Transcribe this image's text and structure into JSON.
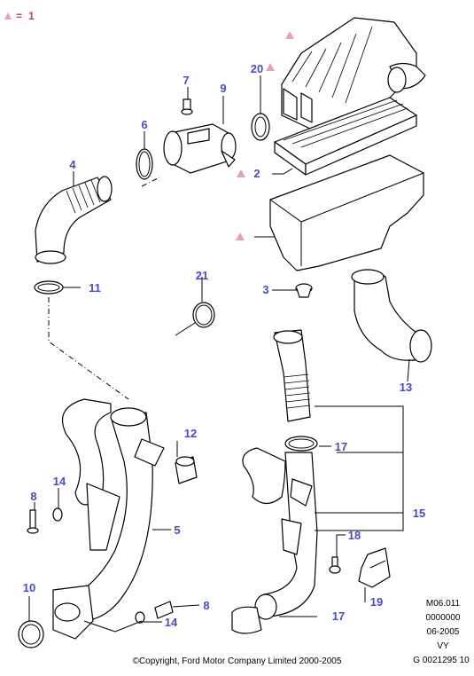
{
  "legend": {
    "equals": "=",
    "symbol": "⁠1"
  },
  "colors": {
    "callout": "#4a4ac8",
    "warning_triangle": "#e8a3ad",
    "legend_text": "#d23c4b"
  },
  "callouts": {
    "c1": "1",
    "c2": "2",
    "c3": "3",
    "c4": "4",
    "c5": "5",
    "c6": "6",
    "c7": "7",
    "c8a": "8",
    "c8b": "8",
    "c9": "9",
    "c10": "10",
    "c11": "11",
    "c12": "12",
    "c13": "13",
    "c14a": "14",
    "c14b": "14",
    "c15": "15",
    "c17a": "17",
    "c17b": "17",
    "c18": "18",
    "c19": "19",
    "c20": "20",
    "c21": "21"
  },
  "drawing_code": [
    "M06.011",
    "0000000",
    "06-2005",
    "VY",
    "G 0021295 10"
  ],
  "copyright": "©Copyright, Ford Motor Company Limited 2000-2005"
}
